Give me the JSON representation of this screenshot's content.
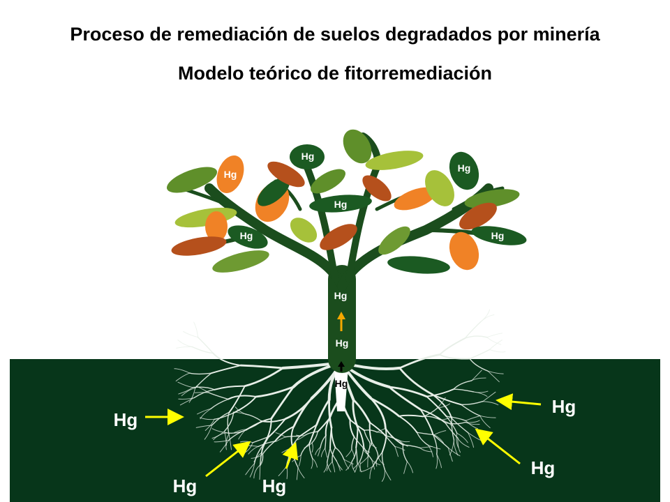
{
  "title": "Proceso de remediación de suelos degradados por minería",
  "subtitle": "Modelo teórico de fitorremediación",
  "element_label": "Hg",
  "colors": {
    "ground": "#07361a",
    "trunk": "#1b4d1d",
    "arrow_yellow": "#ffff00",
    "arrow_orange": "#f5a800"
  }
}
